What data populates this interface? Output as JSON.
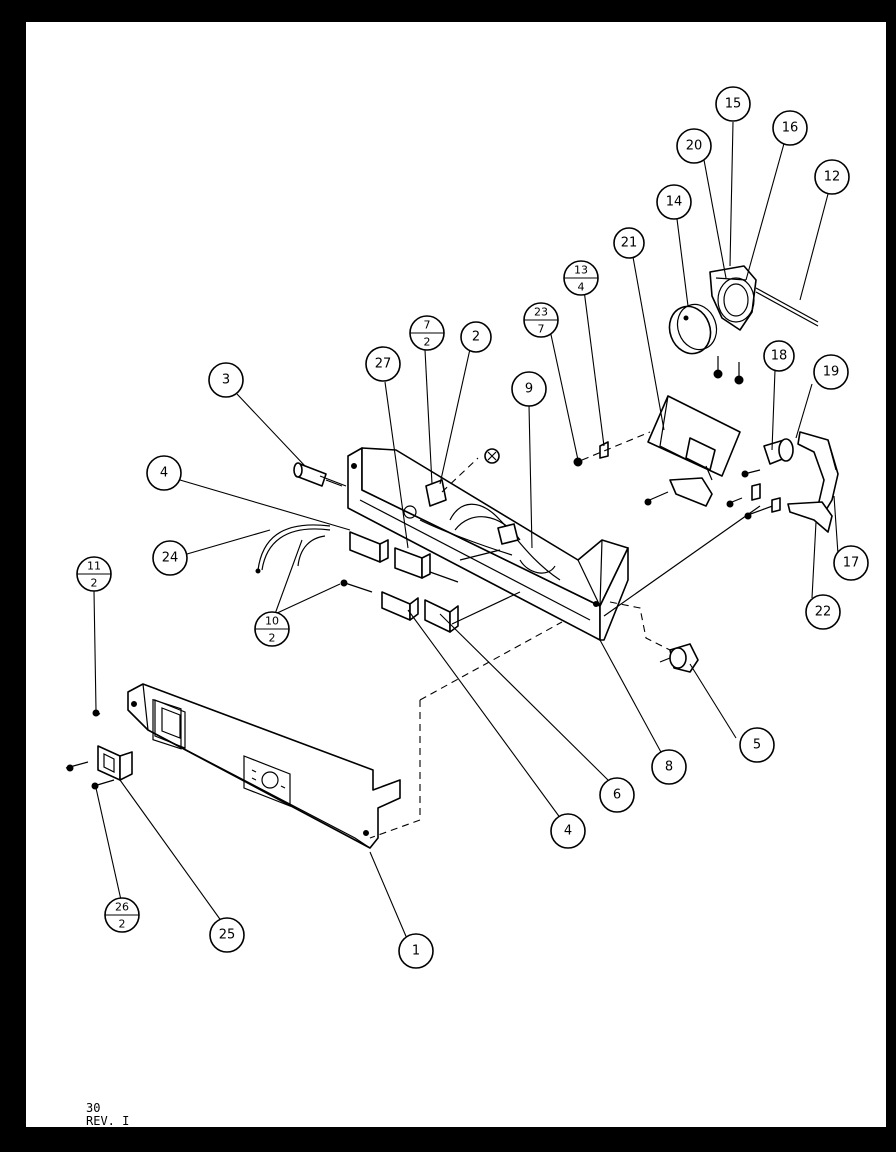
{
  "figure": {
    "page_number": "30",
    "revision": "REV. I"
  },
  "callouts": [
    {
      "id": "1",
      "label": "1"
    },
    {
      "id": "2",
      "label": "2"
    },
    {
      "id": "3",
      "label": "3"
    },
    {
      "id": "4a",
      "label": "4"
    },
    {
      "id": "4b",
      "label": "4"
    },
    {
      "id": "5",
      "label": "5"
    },
    {
      "id": "6",
      "label": "6"
    },
    {
      "id": "7-2",
      "top": "7",
      "bottom": "2"
    },
    {
      "id": "8",
      "label": "8"
    },
    {
      "id": "9",
      "label": "9"
    },
    {
      "id": "10-2",
      "top": "10",
      "bottom": "2"
    },
    {
      "id": "11-2",
      "top": "11",
      "bottom": "2"
    },
    {
      "id": "12",
      "label": "12"
    },
    {
      "id": "13-4",
      "top": "13",
      "bottom": "4"
    },
    {
      "id": "14",
      "label": "14"
    },
    {
      "id": "15",
      "label": "15"
    },
    {
      "id": "16",
      "label": "16"
    },
    {
      "id": "17",
      "label": "17"
    },
    {
      "id": "18",
      "label": "18"
    },
    {
      "id": "19",
      "label": "19"
    },
    {
      "id": "20",
      "label": "20"
    },
    {
      "id": "21",
      "label": "21"
    },
    {
      "id": "22",
      "label": "22"
    },
    {
      "id": "23-7",
      "top": "23",
      "bottom": "7"
    },
    {
      "id": "24",
      "label": "24"
    },
    {
      "id": "25",
      "label": "25"
    },
    {
      "id": "26-2",
      "top": "26",
      "bottom": "2"
    },
    {
      "id": "27",
      "label": "27"
    }
  ]
}
